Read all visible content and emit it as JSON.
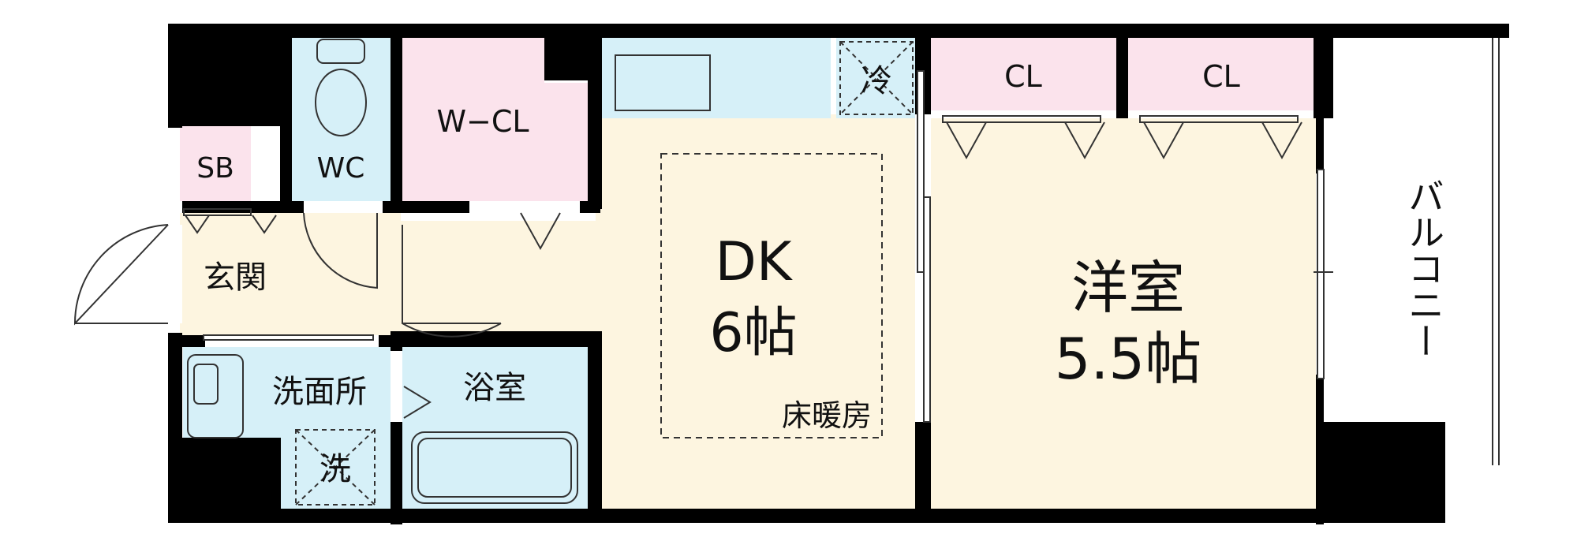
{
  "colors": {
    "wall": "#000000",
    "wet_area": "#d6f0f8",
    "closet": "#fbe3ec",
    "floor": "#fdf5e0",
    "balcony": "#ffffff",
    "line": "#333333"
  },
  "labels": {
    "sb": "SB",
    "wc": "WC",
    "wcl": "W−CL",
    "cl1": "CL",
    "cl2": "CL",
    "reizouko": "冷",
    "genkan": "玄関",
    "dk_line1": "DK",
    "dk_line2": "6帖",
    "floor_heating": "床暖房",
    "yoshitsu_line1": "洋室",
    "yoshitsu_line2": "5.5帖",
    "balcony": "バルコニー",
    "senmenjo": "洗面所",
    "yokushitsu": "浴室",
    "sentaku": "洗"
  }
}
